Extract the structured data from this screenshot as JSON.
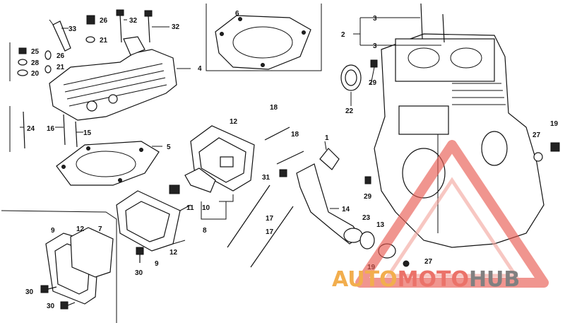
{
  "labels": {
    "l2": "2",
    "l3a": "3",
    "l3b": "3",
    "l26a": "26",
    "l32a": "32",
    "l33": "33",
    "l21a": "21",
    "l32b": "32",
    "l25": "25",
    "l28": "28",
    "l20": "20",
    "l26b": "26",
    "l21b": "21",
    "l4": "4",
    "l6": "6",
    "l22": "22",
    "l29a": "29",
    "l24": "24",
    "l16": "16",
    "l15": "15",
    "l5": "5",
    "l12a": "12",
    "l18a": "18",
    "l18b": "18",
    "l1": "1",
    "l31": "31",
    "l11": "11",
    "l10": "10",
    "l8": "8",
    "l29b": "29",
    "l14": "14",
    "l17a": "17",
    "l17b": "17",
    "l23": "23",
    "l13": "13",
    "l19a": "19",
    "l27a": "27",
    "l19b": "19",
    "l27b": "27",
    "l9a": "9",
    "l12b": "12",
    "l7": "7",
    "l9b": "9",
    "l12c": "12",
    "l30a": "30",
    "l30b": "30",
    "l30c": "30"
  },
  "watermark": {
    "part1": "AUTO",
    "part2": "MOTO",
    "part3": "HUB",
    "color_orange": "#f0a030",
    "color_red": "#e85a50",
    "color_gray": "#6a6a6a"
  }
}
